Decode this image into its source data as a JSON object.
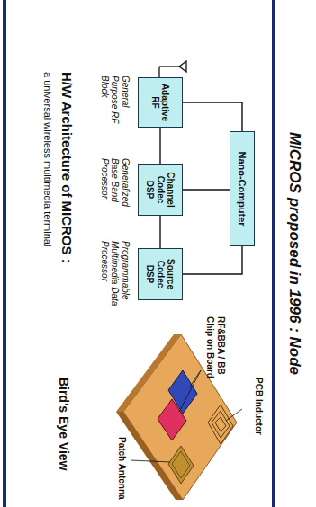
{
  "diagram": {
    "title": "MICROS proposed in 1996 : Node",
    "nodes": [
      {
        "text": [
          "Nano-Computer"
        ]
      },
      {
        "text": [
          "Adaptive RF"
        ]
      },
      {
        "text": [
          "Channel Codec DSP"
        ]
      },
      {
        "text": [
          "Source Codec DSP"
        ]
      }
    ],
    "edges": [
      {
        "from": 0,
        "to": 1,
        "arrow": "none"
      },
      {
        "from": 0,
        "to": 2,
        "arrow": "none"
      },
      {
        "from": 0,
        "to": 3,
        "arrow": "none"
      },
      {
        "from": 1,
        "to": 2,
        "arrow": "none"
      },
      {
        "from": 2,
        "to": 3,
        "arrow": "none"
      }
    ],
    "labels": [
      "General Purpose RF Block",
      "Generalized Base Band Processor",
      "Programmable Multimedia Data Processor",
      "H/W Architecture of MICROS :",
      "a universal wireless multimedia terminal",
      "PCB Inductor",
      "RF&BBA / BB Chip on Board",
      "Patch Antenna",
      "Bird's Eye View"
    ]
  }
}
